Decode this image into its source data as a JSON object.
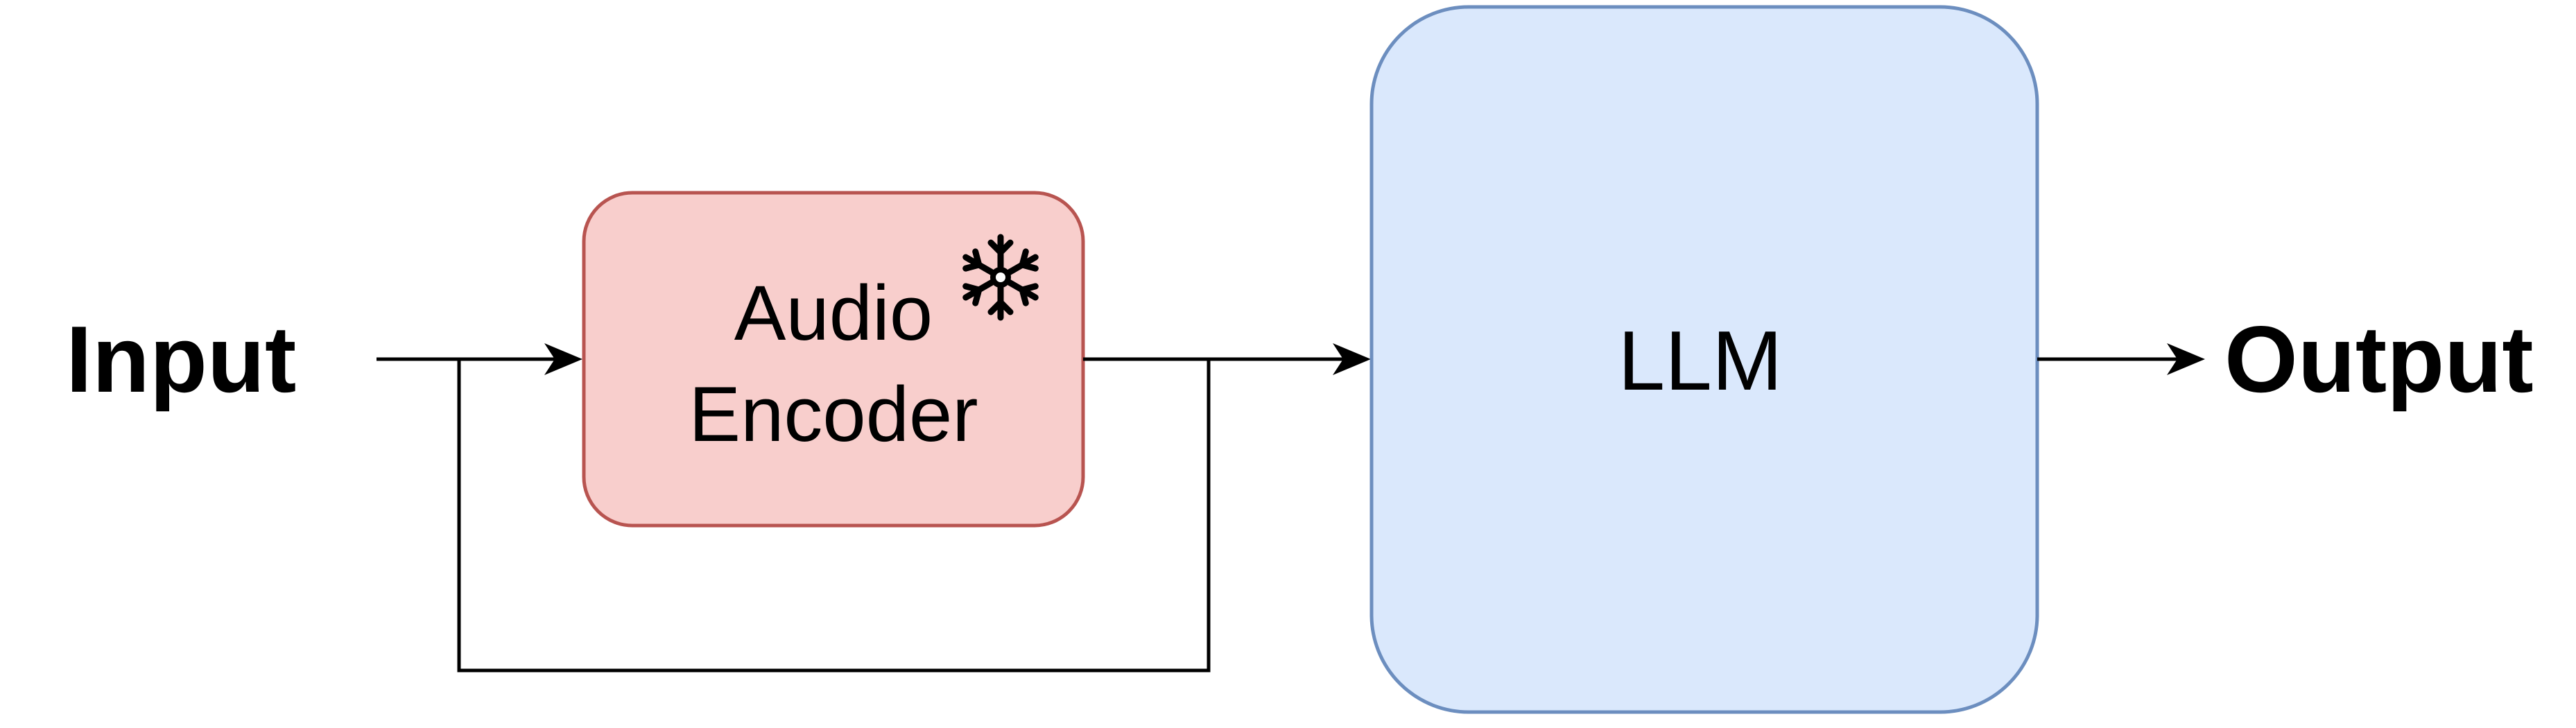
{
  "diagram": {
    "input_label": "Input",
    "output_label": "Output",
    "encoder": {
      "line1": "Audio",
      "line2": "Encoder",
      "fill_color": "#f8cecc",
      "border_color": "#b85450",
      "badge_icon": "snowflake-icon"
    },
    "llm": {
      "label": "LLM",
      "fill_color": "#dae8fc",
      "border_color": "#6c8ebf"
    }
  }
}
